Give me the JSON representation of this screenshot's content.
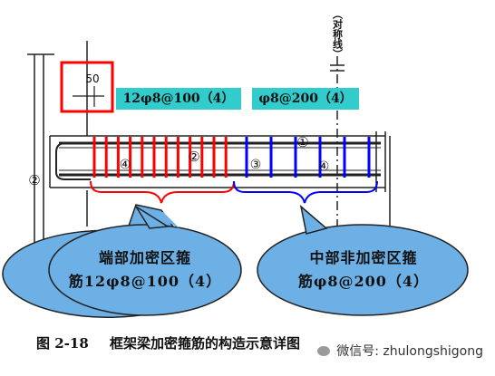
{
  "symmetry_line_label": "（对称线）",
  "dimension_50": "50",
  "tag_end": "12φ8@100（4）",
  "tag_mid": "φ8@200（4）",
  "markers": {
    "m1": "①",
    "m2": "②",
    "m3": "③",
    "m4": "④"
  },
  "callout_end": {
    "line1": "端部加密区箍",
    "line2": "筋12φ8@100（4）"
  },
  "callout_mid": {
    "line1": "中部非加密区箍",
    "line2": "筋φ8@200（4）"
  },
  "caption": {
    "number": "图 2-18",
    "title": "框架梁加密箍筋的构造示意详图"
  },
  "watermark": "微信号: zhulongshigong",
  "colors": {
    "dense_stirrup": "#ff0000",
    "sparse_stirrup": "#0000ff",
    "tag_bg": "#33cccc",
    "bubble_fill": "#6db0e6",
    "highlight_box": "#ff0000"
  }
}
